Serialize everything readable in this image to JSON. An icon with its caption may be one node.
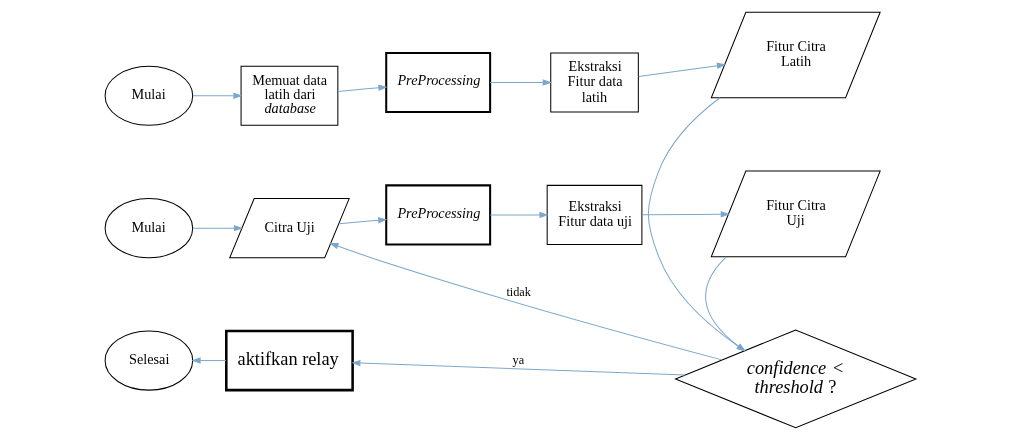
{
  "diagram": {
    "nodes": [
      {
        "text": [
          "Mulai"
        ]
      },
      {
        "text": [
          "Memuat data latih dari *database*"
        ]
      },
      {
        "text": [
          "PreProcessing"
        ]
      },
      {
        "text": [
          "Ekstraksi Fitur data latih"
        ]
      },
      {
        "text": [
          "Fitur Citra Latih"
        ]
      },
      {
        "text": [
          "Mulai"
        ]
      },
      {
        "text": [
          "Citra Uji"
        ]
      },
      {
        "text": [
          "PreProcessing"
        ]
      },
      {
        "text": [
          "Ekstraksi Fitur data uji"
        ]
      },
      {
        "text": [
          "Fitur Citra Uji"
        ]
      },
      {
        "text": [
          "*confidence* < *threshold* ?"
        ]
      },
      {
        "text": [
          "aktifkan relay"
        ]
      },
      {
        "text": [
          "Selesai"
        ]
      }
    ],
    "edges": [
      {
        "from": 0,
        "to": 1,
        "arrow": "to"
      },
      {
        "from": 1,
        "to": 2,
        "arrow": "to"
      },
      {
        "from": 2,
        "to": 3,
        "arrow": "to"
      },
      {
        "from": 3,
        "to": 4,
        "arrow": "to"
      },
      {
        "from": 4,
        "to": 10,
        "arrow": "to"
      },
      {
        "from": 5,
        "to": 6,
        "arrow": "to"
      },
      {
        "from": 6,
        "to": 7,
        "arrow": "to"
      },
      {
        "from": 7,
        "to": 8,
        "arrow": "to"
      },
      {
        "from": 8,
        "to": 9,
        "arrow": "to"
      },
      {
        "from": 9,
        "to": 10,
        "arrow": "to"
      },
      {
        "from": 10,
        "to": 6,
        "arrow": "to",
        "label": "tidak"
      },
      {
        "from": 10,
        "to": 11,
        "arrow": "to",
        "label": "ya"
      },
      {
        "from": 11,
        "to": 12,
        "arrow": "to"
      }
    ]
  }
}
